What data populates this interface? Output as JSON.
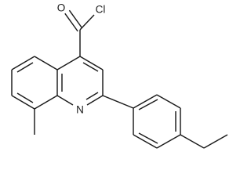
{
  "diagram": {
    "labels": {
      "oxygen": "O",
      "chlorine": "Cl",
      "nitrogen": "N"
    }
  }
}
